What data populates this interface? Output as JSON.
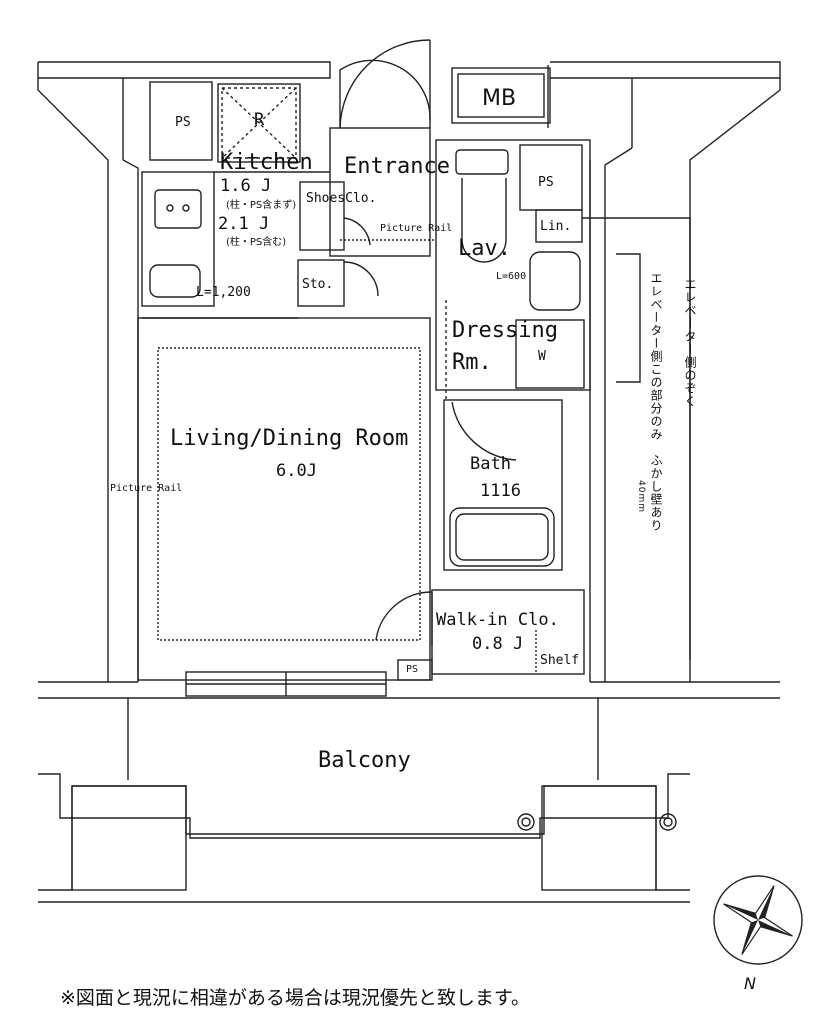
{
  "rooms": {
    "mb": "MB",
    "ps_top_left": "PS",
    "refrigerator": "R",
    "kitchen": "Kitchen",
    "kitchen_size": "1.6 J",
    "kitchen_note1": "(柱・PS含まず)",
    "kitchen_size2": "2.1 J",
    "kitchen_note2": "(柱・PS含む)",
    "counter_length": "L=1,200",
    "entrance": "Entrance",
    "shoes_closet": "ShoesClo.",
    "storage": "Sto.",
    "picture_rail_upper": "Picture Rail",
    "ps_right": "PS",
    "linen": "Lin.",
    "lavatory": "Lav.",
    "vanity_length": "L=600",
    "dressing_line1": "Dressing",
    "dressing_line2": "Rm.",
    "washer": "W",
    "living_dining": "Living/Dining Room",
    "living_size": "6.0J",
    "picture_rail_left": "Picture Rail",
    "bath": "Bath",
    "bath_size": "1116",
    "walk_in_closet": "Walk-in Clo.",
    "walk_in_size": "0.8 J",
    "shelf": "Shelf",
    "ps_bottom": "PS",
    "balcony": "Balcony"
  },
  "annotations": {
    "elevator_side_1": "エレベーター側のぞく",
    "elevator_side_2": "エレベーター側この部分のみ　ふかし壁あり",
    "thickness": "40mm"
  },
  "compass": {
    "north_label": "N"
  },
  "footer_note": "※図面と現況に相違がある場合は現況優先と致します。"
}
